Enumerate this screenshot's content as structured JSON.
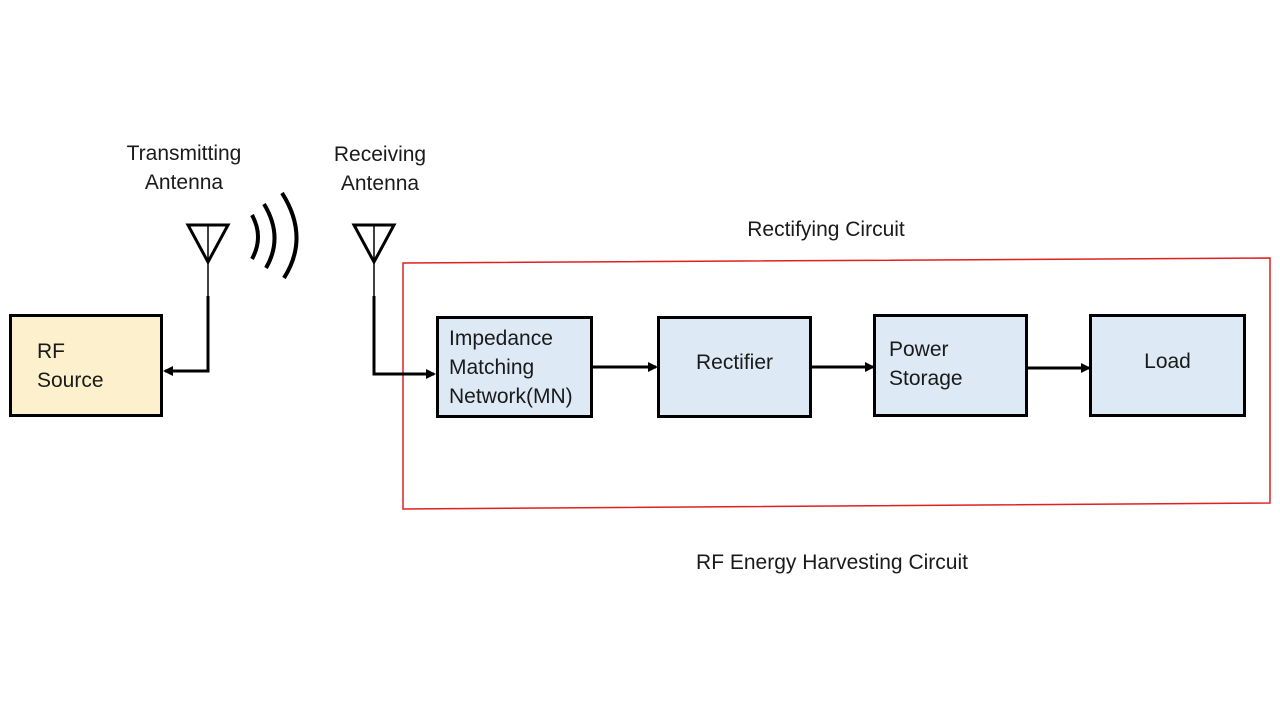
{
  "labels": {
    "transmitting_antenna_line1": "Transmitting",
    "transmitting_antenna_line2": "Antenna",
    "receiving_antenna_line1": "Receiving",
    "receiving_antenna_line2": "Antenna",
    "rectifying_circuit": "Rectifying Circuit",
    "rf_energy_harvesting_circuit": "RF Energy Harvesting Circuit"
  },
  "blocks": {
    "rf_source_line1": "RF",
    "rf_source_line2": "Source",
    "matching_line1": "Impedance",
    "matching_line2": "Matching",
    "matching_line3": "Network(MN)",
    "rectifier": "Rectifier",
    "power_storage_line1": "Power",
    "power_storage_line2": "Storage",
    "load": "Load"
  },
  "colors": {
    "source_fill": "#fdf0cc",
    "block_fill": "#dde9f5",
    "rectifying_border": "#e02020",
    "line": "#000000"
  }
}
